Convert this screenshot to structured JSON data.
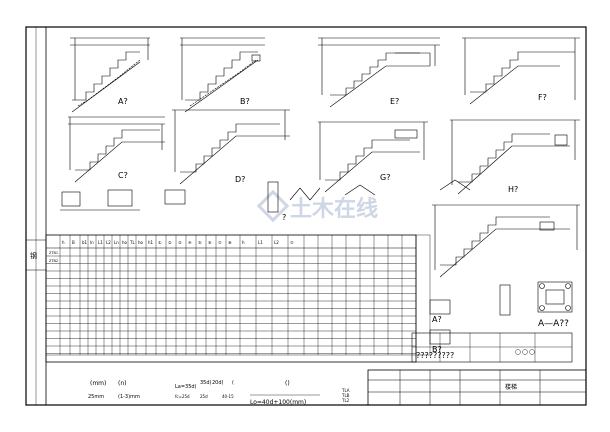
{
  "drawing": {
    "side_label": "钢",
    "stair_views": [
      "A?",
      "B?",
      "E?",
      "F?",
      "C?",
      "D?",
      "G?",
      "H?",
      "?"
    ],
    "section_labels": {
      "a": "A?",
      "b": "B?",
      "aa": "A—A??",
      "bottom": "?????????"
    },
    "watermark": "土木在线",
    "row_codes": [
      "ZTB1",
      "ZTB2"
    ],
    "table_headers": [
      "h",
      "B",
      "b1",
      "ln",
      "L1",
      "L2",
      "Ln",
      "ho",
      "TL",
      "ho",
      "h1",
      "①",
      "②",
      "③",
      "④",
      "⑤",
      "⑥",
      "⑦",
      "⑧",
      "h",
      "L1",
      "L2",
      "⑦"
    ],
    "notes": {
      "l1": "(mm)",
      "l2": "(n)",
      "l3": "La=35d(",
      "l4": "35d)",
      "l5": "20d)",
      "l6": "(",
      "l7": ")",
      "l8": "()",
      "l9": "Lo=40d+100(mm)",
      "l10": "25mm",
      "l11": "(1-3)mm",
      "l12": "fc=25d",
      "l13": "25d",
      "l14": "40-15",
      "l15": "TLA",
      "l16": "TLB",
      "l17": "TL2"
    },
    "title_block": {
      "name": "楼梯"
    }
  }
}
